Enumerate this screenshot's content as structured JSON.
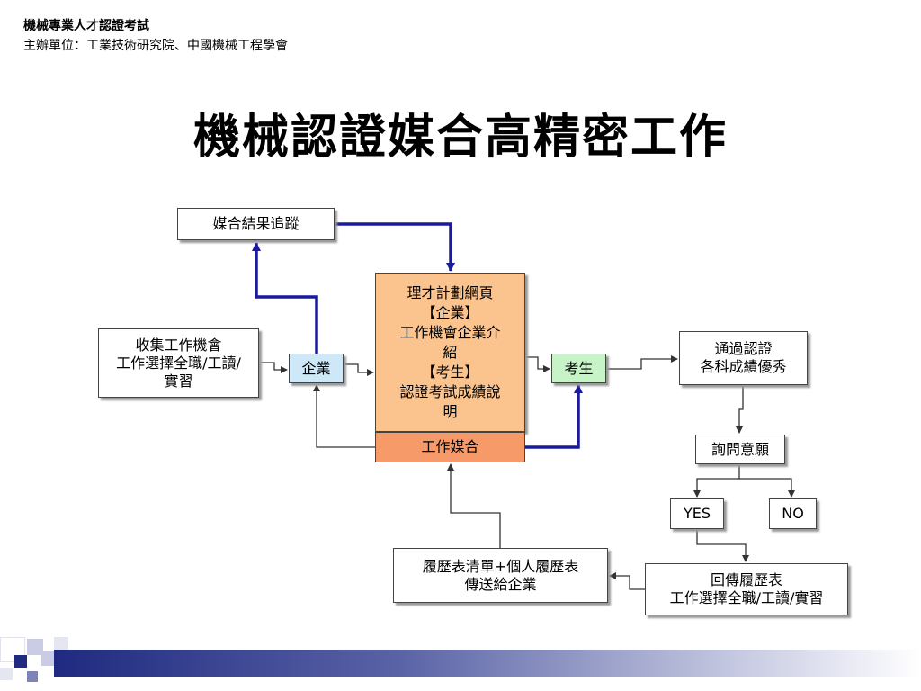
{
  "header": {
    "line1": "機械專業人才認證考試",
    "line2": "主辦單位：工業技術研究院、中國機械工程學會"
  },
  "title": "機械認證媒合高精密工作",
  "nodes": {
    "tracking": [
      "媒合結果追蹤"
    ],
    "collect": [
      "收集工作機會",
      "工作選擇全職/工讀/",
      "實習"
    ],
    "company": [
      "企業"
    ],
    "web": [
      "理才計劃網頁",
      "【企業】",
      "工作機會企業介",
      "紹",
      "【考生】",
      "認證考試成績說",
      "明"
    ],
    "match": [
      "工作媒合"
    ],
    "candidate": [
      "考生"
    ],
    "passed": [
      "通過認證",
      "各科成績優秀"
    ],
    "ask": [
      "詢問意願"
    ],
    "yes": [
      "YES"
    ],
    "no": [
      "NO"
    ],
    "return": [
      "回傳履歷表",
      "工作選擇全職/工讀/實習"
    ],
    "resume": [
      "履歷表清單+個人履歷表",
      "傳送給企業"
    ]
  },
  "colors": {
    "accent_arrow": "#1a1a9c",
    "thin_arrow": "#333333",
    "web_fill": "#fbc48f",
    "match_fill": "#f79a6a",
    "company_fill": "#cfe8f7",
    "candidate_fill": "#c8f2c8",
    "footer_dark": "#1f2a80"
  }
}
